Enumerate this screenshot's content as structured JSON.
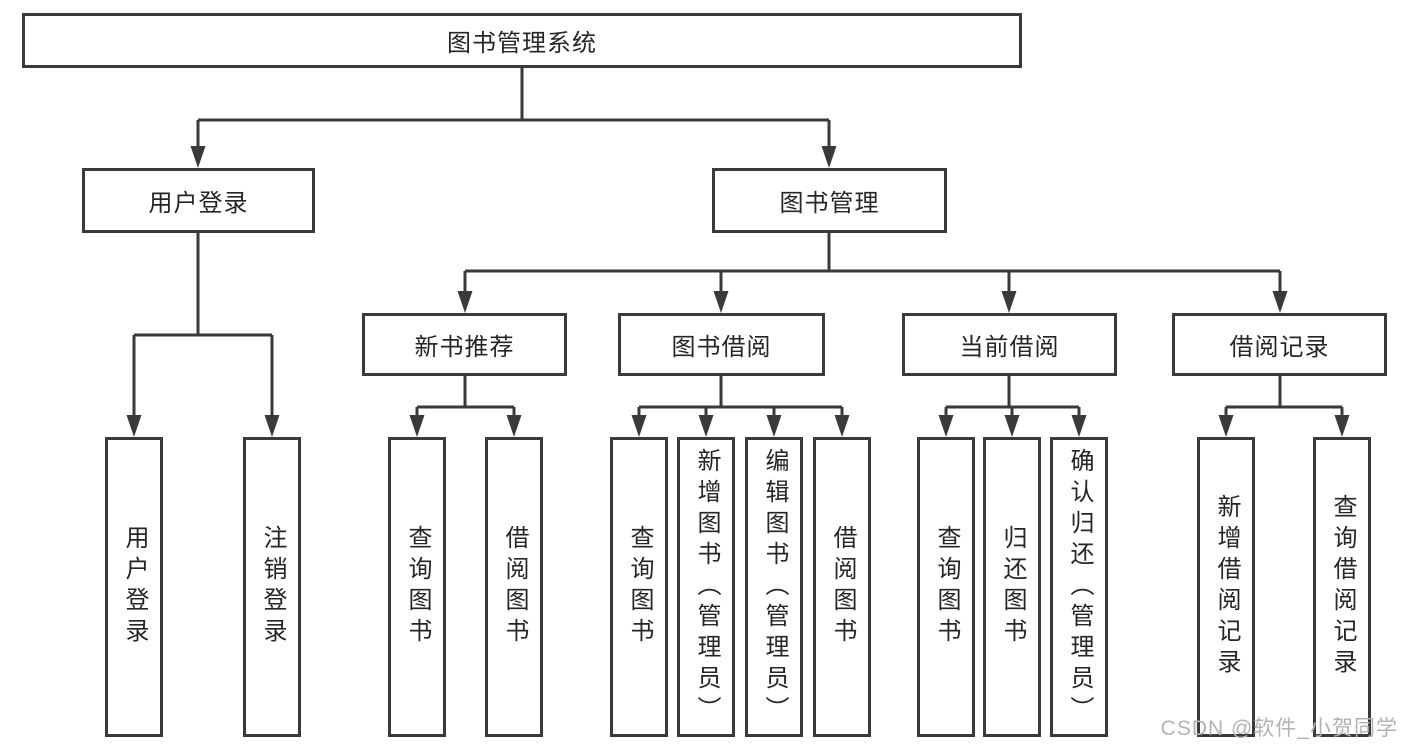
{
  "tree": {
    "label": "图书管理系统",
    "children": [
      {
        "label": "用户登录",
        "children": [
          {
            "label": "用户登录"
          },
          {
            "label": "注销登录"
          }
        ]
      },
      {
        "label": "图书管理",
        "children": [
          {
            "label": "新书推荐",
            "children": [
              {
                "label": "查询图书"
              },
              {
                "label": "借阅图书"
              }
            ]
          },
          {
            "label": "图书借阅",
            "children": [
              {
                "label": "查询图书"
              },
              {
                "label": "新增图书（管理员）"
              },
              {
                "label": "编辑图书（管理员）"
              },
              {
                "label": "借阅图书"
              }
            ]
          },
          {
            "label": "当前借阅",
            "children": [
              {
                "label": "查询图书"
              },
              {
                "label": "归还图书"
              },
              {
                "label": "确认归还（管理员）"
              }
            ]
          },
          {
            "label": "借阅记录",
            "children": [
              {
                "label": "新增借阅记录"
              },
              {
                "label": "查询借阅记录"
              }
            ]
          }
        ]
      }
    ]
  },
  "watermark": {
    "text": "CSDN @软件_小贺同学"
  },
  "colors": {
    "line": "#3a3a3a",
    "text": "#262626",
    "watermark": "#b3b3b3",
    "background": "#ffffff"
  }
}
